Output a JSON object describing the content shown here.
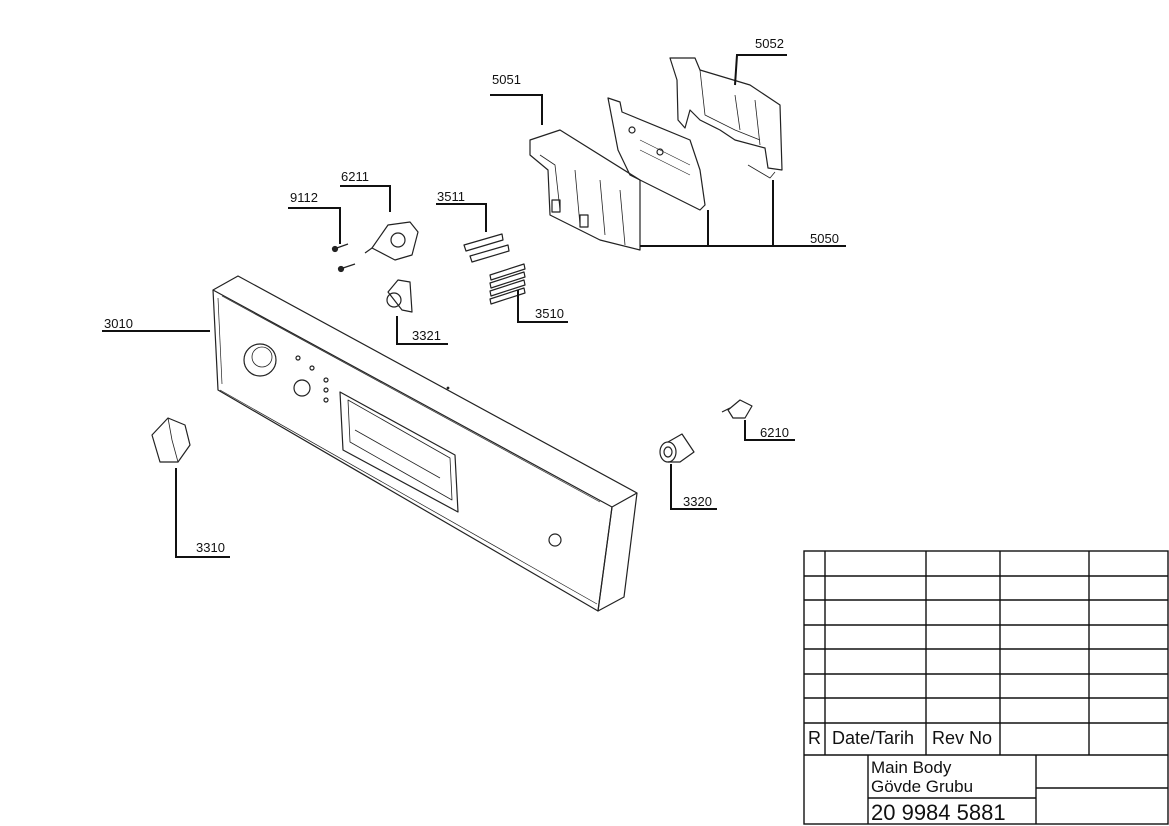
{
  "parts": [
    {
      "id": "5052",
      "label": "5052"
    },
    {
      "id": "5051",
      "label": "5051"
    },
    {
      "id": "6211",
      "label": "6211"
    },
    {
      "id": "9112",
      "label": "9112"
    },
    {
      "id": "3511",
      "label": "3511"
    },
    {
      "id": "5050",
      "label": "5050"
    },
    {
      "id": "3510",
      "label": "3510"
    },
    {
      "id": "3010",
      "label": "3010"
    },
    {
      "id": "3321",
      "label": "3321"
    },
    {
      "id": "6210",
      "label": "6210"
    },
    {
      "id": "3320",
      "label": "3320"
    },
    {
      "id": "3310",
      "label": "3310"
    }
  ],
  "title_block": {
    "rev_col": "R",
    "date_col": "Date/Tarih",
    "revno_col": "Rev No",
    "title_en": "Main Body",
    "title_tr": "Gövde Grubu",
    "doc_number": "20 9984 5881"
  }
}
